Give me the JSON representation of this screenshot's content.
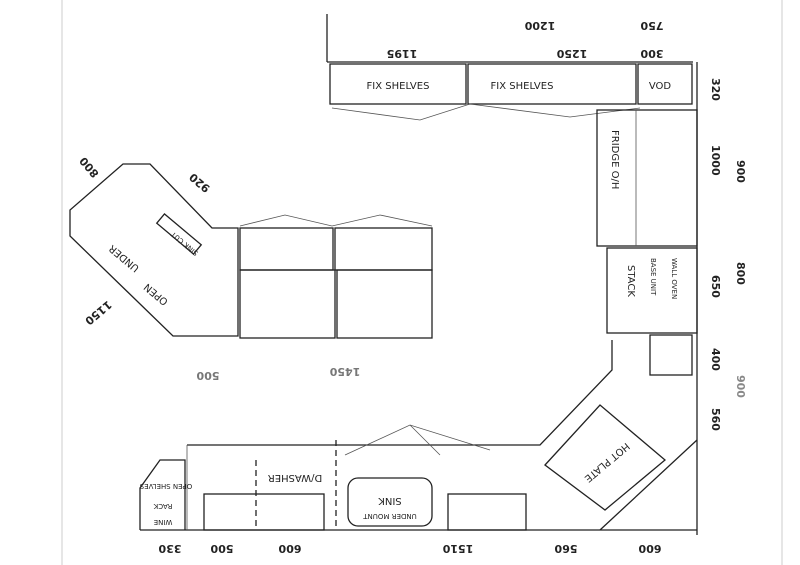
{
  "top_dims": {
    "row1": [
      "750",
      "1200"
    ],
    "row2": [
      "300",
      "1250",
      "1195"
    ]
  },
  "top_units": {
    "shelves_1": "FIX SHELVES",
    "shelves_2": "FIX SHELVES",
    "vod": "VOD"
  },
  "right_dims": {
    "inner": [
      "320",
      "1000",
      "650",
      "400",
      "560"
    ],
    "outer": [
      "900",
      "800",
      "900"
    ]
  },
  "right_units": {
    "fridge": "FRIDGE O/H",
    "stack": "STACK",
    "base": "BASE UNIT",
    "oven": "WALL OVEN"
  },
  "bottom_units": {
    "dishwasher": "D/WASHER",
    "sink_1": "UNDER MOUNT",
    "sink_2": "SINK",
    "hotplate": "HOT PLATE",
    "wine": "WINE",
    "rack": "RACK",
    "open_shelves": "OPEN SHELVES"
  },
  "bottom_dims": [
    "330",
    "500",
    "600",
    "1510",
    "560",
    "600"
  ],
  "island": {
    "dims": [
      "800",
      "920",
      "1150"
    ],
    "label_1": "OPEN",
    "label_2": "UNDER",
    "sink": "SINK CUT",
    "under_dims": [
      "500",
      "1450"
    ]
  }
}
